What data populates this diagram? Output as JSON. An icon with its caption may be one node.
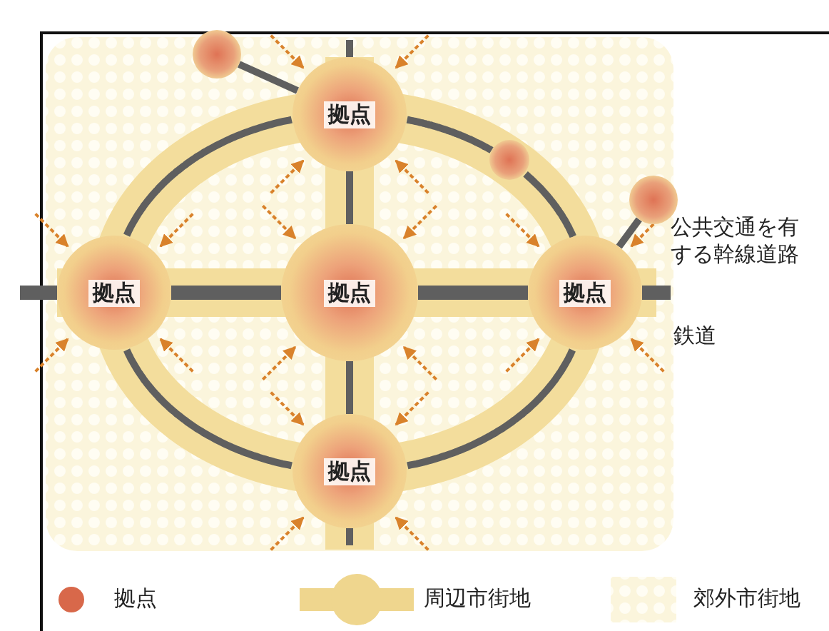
{
  "diagram": {
    "nodes": [
      {
        "text": [
          "拠点"
        ]
      },
      {
        "text": [
          "拠点"
        ]
      },
      {
        "text": [
          "拠点"
        ]
      },
      {
        "text": [
          "拠点"
        ]
      },
      {
        "text": [
          "拠点"
        ]
      },
      {
        "text": [],
        "shape": "circle"
      },
      {
        "text": [],
        "shape": "circle"
      },
      {
        "text": [],
        "shape": "circle"
      }
    ],
    "edges": [
      {
        "from": 5,
        "to": 0,
        "arrow": "none"
      },
      {
        "from": 0,
        "to": 1,
        "arrow": "none"
      },
      {
        "from": 1,
        "to": 4,
        "arrow": "none"
      },
      {
        "from": 4,
        "to": 3,
        "arrow": "none"
      },
      {
        "from": 3,
        "to": 6,
        "arrow": "none"
      },
      {
        "from": 6,
        "to": 0,
        "arrow": "none"
      },
      {
        "from": null,
        "to": 0,
        "arrow": "none"
      },
      {
        "from": 0,
        "to": 2,
        "arrow": "none"
      },
      {
        "from": 2,
        "to": 4,
        "arrow": "none"
      },
      {
        "from": 4,
        "to": null,
        "arrow": "none"
      },
      {
        "from": 7,
        "to": 3,
        "arrow": "none"
      },
      {
        "from": null,
        "to": 1,
        "arrow": "none",
        "style": "thick"
      },
      {
        "from": 1,
        "to": 2,
        "arrow": "none",
        "style": "thick"
      },
      {
        "from": 2,
        "to": 3,
        "arrow": "none",
        "style": "thick"
      },
      {
        "from": 3,
        "to": null,
        "arrow": "none",
        "style": "thick"
      }
    ],
    "labels": [
      "公共交通を有する幹線道路",
      "鉄道"
    ],
    "legend": [
      {
        "text": "拠点",
        "color": "#d8684a"
      },
      {
        "text": "周辺市街地",
        "color": "#efd68e"
      },
      {
        "text": "郊外市街地"
      }
    ]
  }
}
